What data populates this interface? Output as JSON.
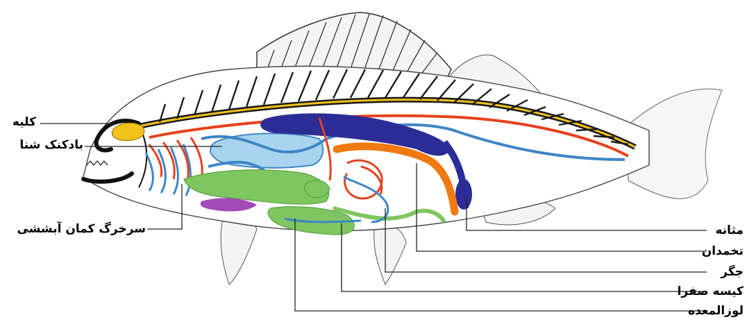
{
  "labels": {
    "kidney": "کلیه",
    "swim_bladder": "بادکنک شنا",
    "gill_arch_artery": "سرخرگ کمان آبششی",
    "bladder": "مثانه",
    "ovary": "تخمدان",
    "liver": "جگر",
    "gall_bladder": "کیسه صفرا",
    "pancreas": "لوزالمعده"
  },
  "colors": {
    "outline": "#1a1a1a",
    "spine": "#f2c21b",
    "artery": "#e5421f",
    "vein": "#3d86c6",
    "swim_bladder": "#a8d4ef",
    "digestive": "#7fc560",
    "ovary": "#f07a12",
    "bladder_duct": "#2c2c96",
    "purple_organ": "#a24ab7"
  }
}
